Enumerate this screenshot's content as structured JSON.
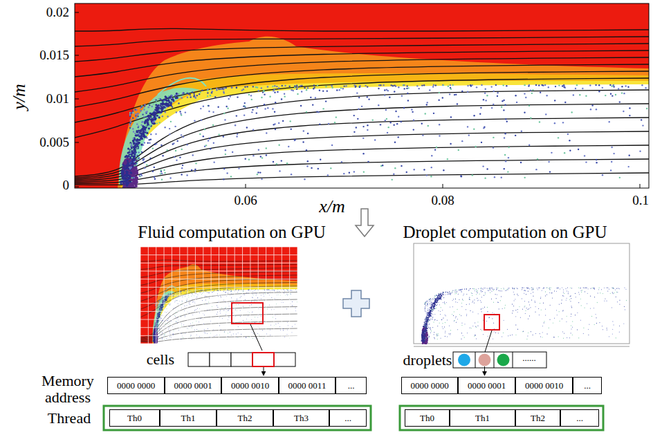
{
  "diagram": {
    "nodes": [
      {
        "text": [
          "0000 0000"
        ]
      },
      {
        "text": [
          "0000 0001"
        ]
      },
      {
        "text": [
          "0000 0010"
        ]
      },
      {
        "text": [
          "0000 0011"
        ]
      },
      {
        "text": [
          "..."
        ]
      },
      {
        "text": [
          "0000 0000"
        ]
      },
      {
        "text": [
          "0000 0001"
        ]
      },
      {
        "text": [
          "0000 0010"
        ]
      },
      {
        "text": [
          "..."
        ]
      },
      {
        "text": [
          "Th0"
        ]
      },
      {
        "text": [
          "Th1"
        ]
      },
      {
        "text": [
          "Th2"
        ]
      },
      {
        "text": [
          "Th3"
        ]
      },
      {
        "text": [
          "..."
        ]
      },
      {
        "text": [
          "Th0"
        ]
      },
      {
        "text": [
          "Th1"
        ]
      },
      {
        "text": [
          "Th2"
        ]
      },
      {
        "text": [
          "..."
        ]
      }
    ],
    "labels": [
      "0.02",
      "0.015",
      "0.01",
      "0.005",
      "0",
      "y/m",
      "0.06",
      "0.08",
      "0.1",
      "x/m",
      "Fluid computation on GPU",
      "Droplet computation on GPU",
      "cells",
      "droplets",
      "......",
      "Memory address",
      "Thread"
    ]
  }
}
